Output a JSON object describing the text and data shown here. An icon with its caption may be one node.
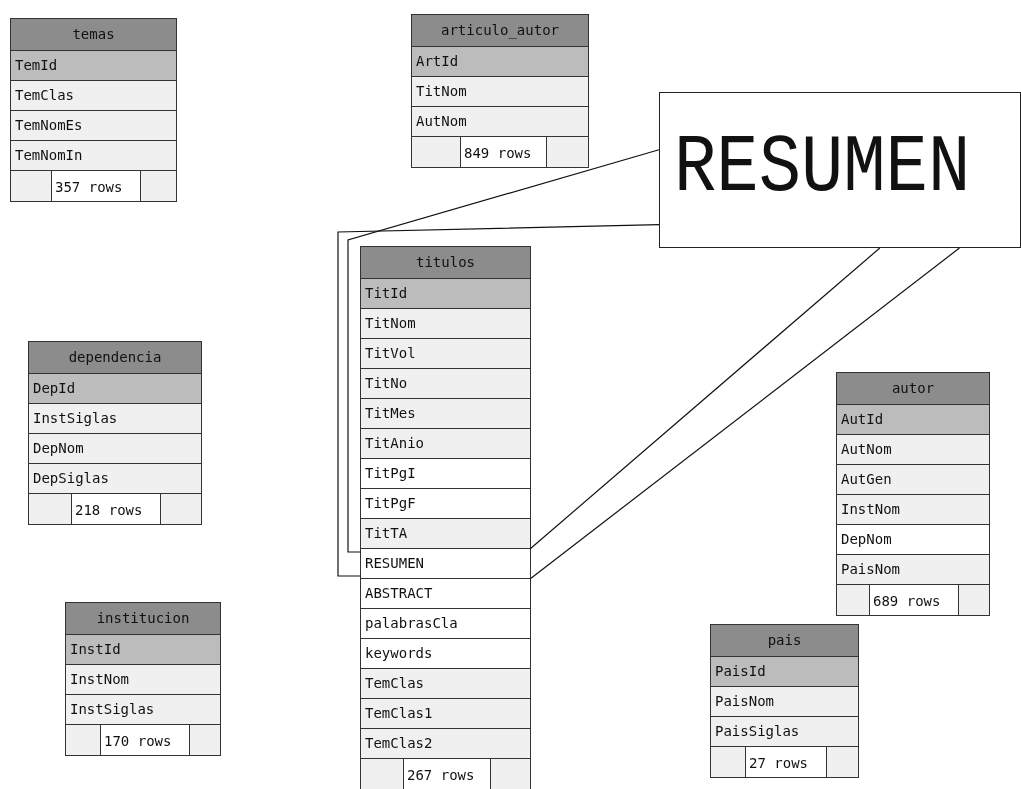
{
  "diagram": {
    "nodes": [
      {
        "text": [
          "temas"
        ]
      },
      {
        "text": [
          "TemId"
        ],
        "in": 0
      },
      {
        "text": [
          "TemClas"
        ],
        "in": 0
      },
      {
        "text": [
          "TemNomEs"
        ],
        "in": 0
      },
      {
        "text": [
          "TemNomIn"
        ],
        "in": 0
      },
      {
        "text": [
          "357 rows"
        ],
        "in": 0
      },
      {
        "text": [
          "articulo_autor"
        ]
      },
      {
        "text": [
          "ArtId"
        ],
        "in": 6
      },
      {
        "text": [
          "TitNom"
        ],
        "in": 6
      },
      {
        "text": [
          "AutNom"
        ],
        "in": 6
      },
      {
        "text": [
          "849 rows"
        ],
        "in": 6
      },
      {
        "text": [
          "RESUMEN"
        ]
      },
      {
        "text": [
          "titulos"
        ]
      },
      {
        "text": [
          "TitId"
        ],
        "in": 12
      },
      {
        "text": [
          "TitNom"
        ],
        "in": 12
      },
      {
        "text": [
          "TitVol"
        ],
        "in": 12
      },
      {
        "text": [
          "TitNo"
        ],
        "in": 12
      },
      {
        "text": [
          "TitMes"
        ],
        "in": 12
      },
      {
        "text": [
          "TitAnio"
        ],
        "in": 12
      },
      {
        "text": [
          "TitPgI"
        ],
        "in": 12
      },
      {
        "text": [
          "TitPgF"
        ],
        "in": 12
      },
      {
        "text": [
          "TitTA"
        ],
        "in": 12
      },
      {
        "text": [
          "RESUMEN"
        ],
        "in": 12
      },
      {
        "text": [
          "ABSTRACT"
        ],
        "in": 12
      },
      {
        "text": [
          "palabrasCla"
        ],
        "in": 12
      },
      {
        "text": [
          "keywords"
        ],
        "in": 12
      },
      {
        "text": [
          "TemClas"
        ],
        "in": 12
      },
      {
        "text": [
          "TemClas1"
        ],
        "in": 12
      },
      {
        "text": [
          "TemClas2"
        ],
        "in": 12
      },
      {
        "text": [
          "267 rows"
        ],
        "in": 12
      },
      {
        "text": [
          "autor"
        ]
      },
      {
        "text": [
          "AutId"
        ],
        "in": 30
      },
      {
        "text": [
          "AutNom"
        ],
        "in": 30
      },
      {
        "text": [
          "AutGen"
        ],
        "in": 30
      },
      {
        "text": [
          "InstNom"
        ],
        "in": 30
      },
      {
        "text": [
          "DepNom"
        ],
        "in": 30
      },
      {
        "text": [
          "PaisNom"
        ],
        "in": 30
      },
      {
        "text": [
          "689 rows"
        ],
        "in": 30
      },
      {
        "text": [
          "dependencia"
        ]
      },
      {
        "text": [
          "DepId"
        ],
        "in": 38
      },
      {
        "text": [
          "InstSiglas"
        ],
        "in": 38
      },
      {
        "text": [
          "DepNom"
        ],
        "in": 38
      },
      {
        "text": [
          "DepSiglas"
        ],
        "in": 38
      },
      {
        "text": [
          "218 rows"
        ],
        "in": 38
      },
      {
        "text": [
          "institucion"
        ]
      },
      {
        "text": [
          "InstId"
        ],
        "in": 44
      },
      {
        "text": [
          "InstNom"
        ],
        "in": 44
      },
      {
        "text": [
          "InstSiglas"
        ],
        "in": 44
      },
      {
        "text": [
          "170 rows"
        ],
        "in": 44
      },
      {
        "text": [
          "pais"
        ]
      },
      {
        "text": [
          "PaisId"
        ],
        "in": 49
      },
      {
        "text": [
          "PaisNom"
        ],
        "in": 49
      },
      {
        "text": [
          "PaisSiglas"
        ],
        "in": 49
      },
      {
        "text": [
          "27 rows"
        ],
        "in": 49
      }
    ],
    "edges": [
      {
        "from": 22,
        "to": 11,
        "arrow": "none"
      },
      {
        "from": 22,
        "to": 11,
        "arrow": "none"
      },
      {
        "from": 22,
        "to": 11,
        "arrow": "none"
      },
      {
        "from": 22,
        "to": 11,
        "arrow": "none"
      }
    ]
  }
}
